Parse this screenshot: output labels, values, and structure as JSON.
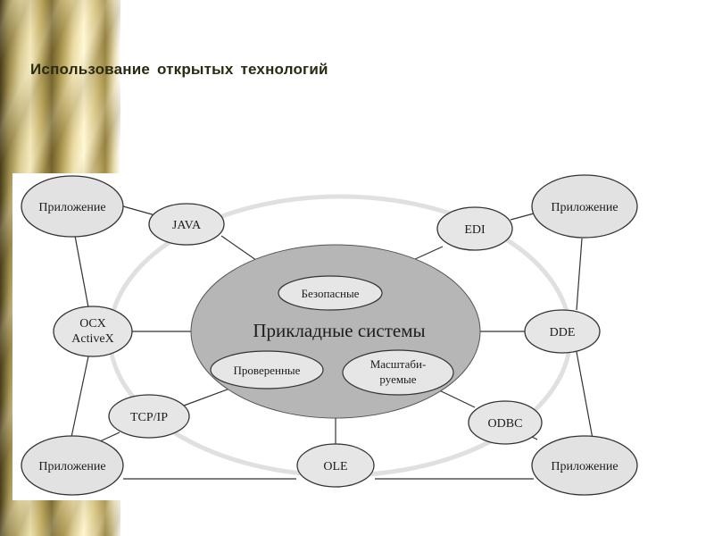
{
  "slide": {
    "title": "Использование открытых технологий"
  },
  "diagram": {
    "center": {
      "label": "Прикладные системы",
      "attributes": [
        "Безопасные",
        "Проверенные",
        [
          "Масштаби-",
          "руемые"
        ]
      ]
    },
    "apps": [
      "Приложение",
      "Приложение",
      "Приложение",
      "Приложение"
    ],
    "technologies": [
      "JAVA",
      "EDI",
      "DDE",
      "ODBC",
      "OLE",
      "TCP/IP",
      [
        "OCX",
        "ActiveX"
      ]
    ]
  }
}
